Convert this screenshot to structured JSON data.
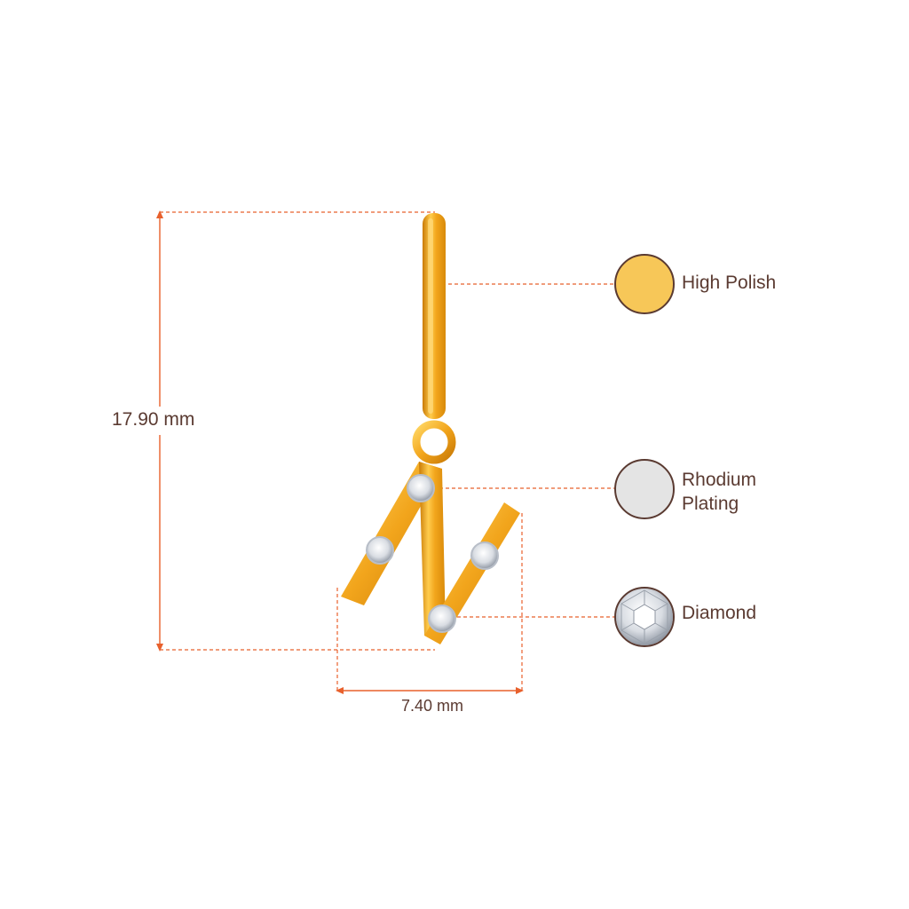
{
  "dimensions": {
    "height_label": "17.90 mm",
    "width_label": "7.40 mm"
  },
  "legend": [
    {
      "label": "High Polish",
      "color": "#f7c758"
    },
    {
      "label_line1": "Rhodium",
      "label_line2": "Plating",
      "color": "#e4e4e4"
    },
    {
      "label": "Diamond",
      "color": "#f0f0f0"
    }
  ],
  "colors": {
    "dimension_line": "#e8602c",
    "gold": "#f2a51c",
    "gold_shadow": "#c97a06",
    "gold_highlight": "#ffd866",
    "text": "#5a3a31"
  }
}
